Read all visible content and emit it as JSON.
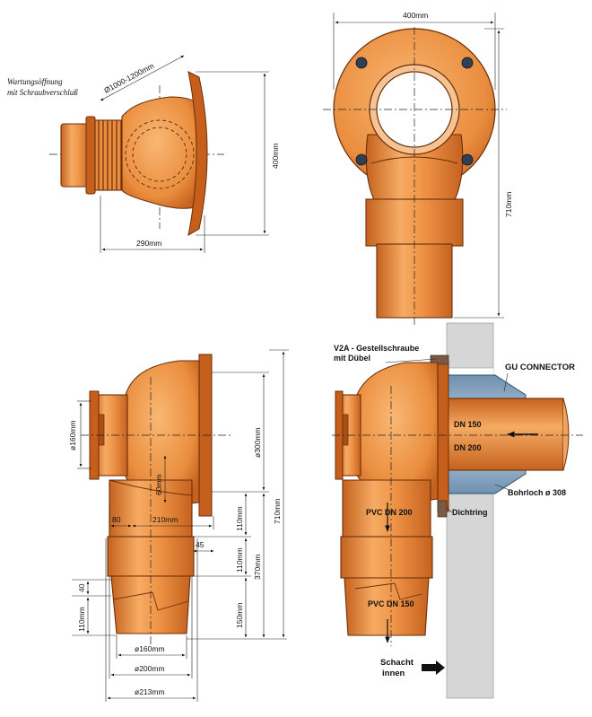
{
  "top_left": {
    "caption_line1": "Wartungsöffnung",
    "caption_line2": "mit Schraubverschluß",
    "dim_diameter": "Ø1000-1200mm",
    "dim_height": "400mm",
    "dim_width": "290mm"
  },
  "top_right": {
    "dim_width": "400mm",
    "dim_height": "710mm"
  },
  "bottom_left": {
    "dim_160_side": "ø160mm",
    "dim_300": "ø300mm",
    "dim_710": "710mm",
    "dim_60": "60mm",
    "dim_80": "80",
    "dim_210": "210mm",
    "dim_110_a": "110mm",
    "dim_45": "45",
    "dim_110_b": "110mm",
    "dim_370": "370mm",
    "dim_40": "40",
    "dim_110_c": "110mm",
    "dim_150": "150mm",
    "dim_160_bottom": "ø160mm",
    "dim_200": "ø200mm",
    "dim_213": "ø213mm"
  },
  "bottom_right": {
    "label_v2a_line1": "V2A - Gestellschraube",
    "label_v2a_line2": "mit Dübel",
    "label_connector": "GU CONNECTOR",
    "label_dn150": "DN 150",
    "label_dn200": "DN 200",
    "label_bohrloch": "Bohrloch ø 308",
    "label_dichtring": "Dichtring",
    "label_pvc200": "PVC DN 200",
    "label_pvc150": "PVC  DN 150",
    "label_schacht_line1": "Schacht",
    "label_schacht_line2": "innen"
  },
  "colors": {
    "body": "#e88b3c",
    "body_light": "#f7b06a",
    "body_dark": "#c65f1c",
    "outline": "#6b2e08",
    "wall": "#d8d8d8",
    "connector": "#9fb8cf"
  }
}
